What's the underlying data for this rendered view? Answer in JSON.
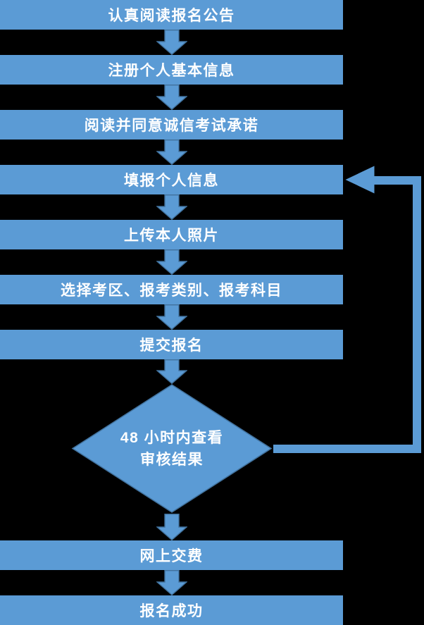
{
  "flowchart": {
    "colors": {
      "background": "#000000",
      "shape_fill": "#5B9BD5",
      "shape_border": "#41719C",
      "text": "#FFFFFF"
    },
    "steps": [
      {
        "id": "read-announcement",
        "type": "process",
        "label": "认真阅读报名公告"
      },
      {
        "id": "register-basic-info",
        "type": "process",
        "label": "注册个人基本信息"
      },
      {
        "id": "agree-integrity-pledge",
        "type": "process",
        "label": "阅读并同意诚信考试承诺"
      },
      {
        "id": "fill-personal-info",
        "type": "process",
        "label": "填报个人信息"
      },
      {
        "id": "upload-photo",
        "type": "process",
        "label": "上传本人照片"
      },
      {
        "id": "select-exam-options",
        "type": "process",
        "label": "选择考区、报考类别、报考科目"
      },
      {
        "id": "submit-registration",
        "type": "process",
        "label": "提交报名"
      },
      {
        "id": "check-review-result",
        "type": "decision",
        "label": "48 小时内查看审核结果",
        "line1": "48 小时内查看",
        "line2": "审核结果"
      },
      {
        "id": "pay-online",
        "type": "process",
        "label": "网上交费"
      },
      {
        "id": "registration-success",
        "type": "process",
        "label": "报名成功"
      }
    ],
    "connections": {
      "sequence": [
        "read-announcement",
        "register-basic-info",
        "agree-integrity-pledge",
        "fill-personal-info",
        "upload-photo",
        "select-exam-options",
        "submit-registration",
        "check-review-result",
        "pay-online",
        "registration-success"
      ],
      "loop_from": "check-review-result",
      "loop_to": "fill-personal-info"
    }
  }
}
